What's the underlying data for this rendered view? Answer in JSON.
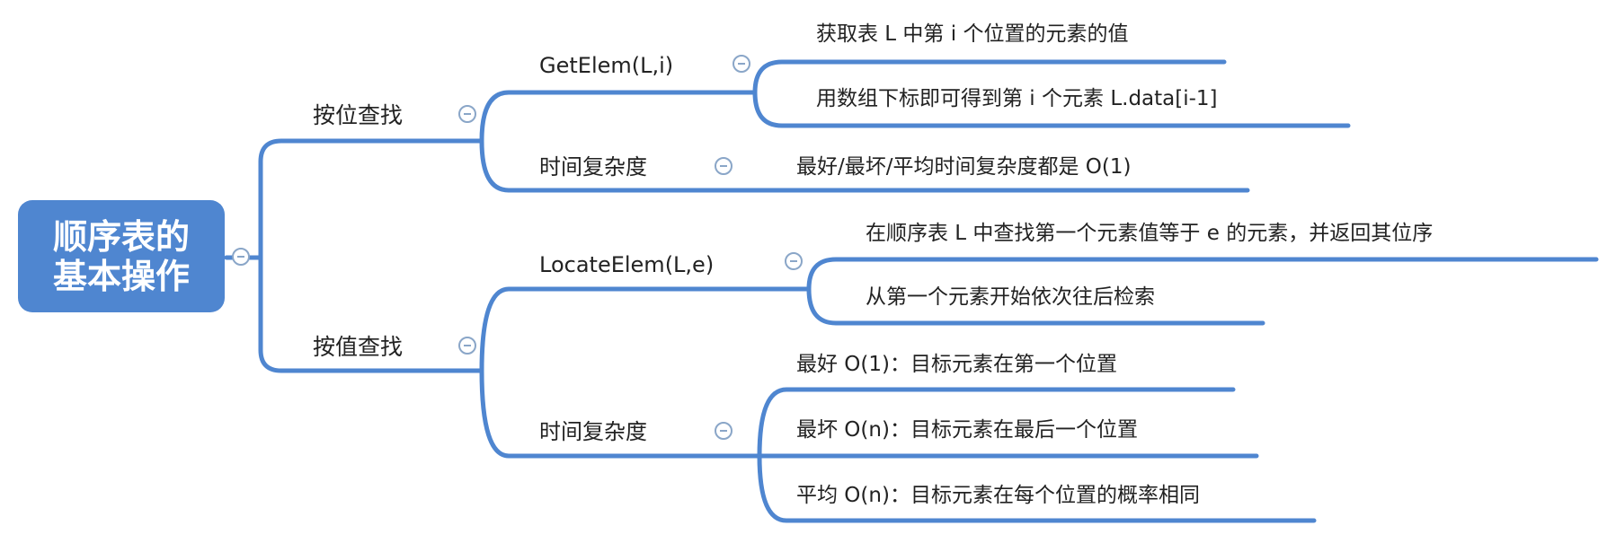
{
  "root": {
    "line1": "顺序表的",
    "line2": "基本操作"
  },
  "by_position": {
    "label": "按位查找",
    "getelem": {
      "label": "GetElem(L,i)",
      "items": [
        "获取表 L 中第 i 个位置的元素的值",
        "用数组下标即可得到第 i 个元素 L.data[i-1]"
      ]
    },
    "complexity": {
      "label": "时间复杂度",
      "items": [
        "最好/最坏/平均时间复杂度都是 O(1)"
      ]
    }
  },
  "by_value": {
    "label": "按值查找",
    "locateelem": {
      "label": "LocateElem(L,e)",
      "items": [
        "在顺序表 L 中查找第一个元素值等于 e 的元素，并返回其位序",
        "从第一个元素开始依次往后检索"
      ]
    },
    "complexity": {
      "label": "时间复杂度",
      "items": [
        "最好 O(1)：目标元素在第一个位置",
        "最坏 O(n)：目标元素在最后一个位置",
        "平均 O(n)：目标元素在每个位置的概率相同"
      ]
    }
  },
  "colors": {
    "accent": "#4f86d0",
    "connector": "#4f86d0",
    "toggle": "#8aa6c8"
  },
  "icons": {
    "collapse": "minus-circle-icon"
  }
}
